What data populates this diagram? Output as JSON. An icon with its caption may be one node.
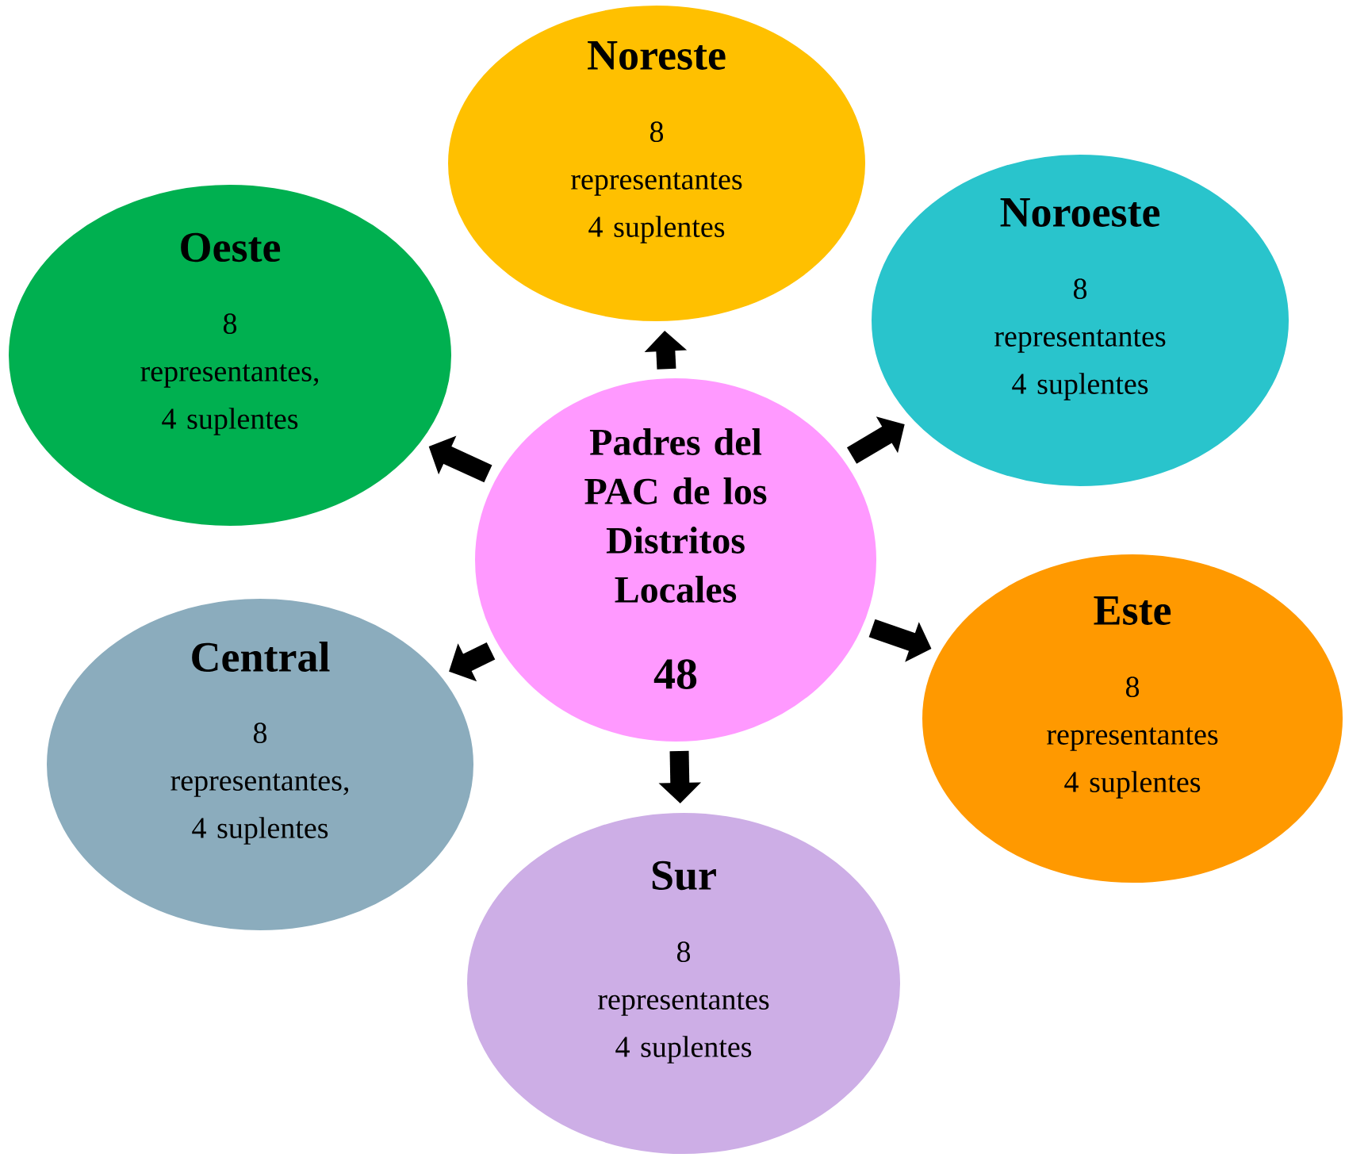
{
  "diagram": {
    "nodes": [
      {
        "text": [
          "Padres del PAC de los Distritos Locales",
          "48"
        ]
      },
      {
        "text": [
          "Noreste",
          "8 representantes 4 suplentes"
        ]
      },
      {
        "text": [
          "Noroeste",
          "8 representantes 4 suplentes"
        ]
      },
      {
        "text": [
          "Este",
          "8 representantes 4 suplentes"
        ]
      },
      {
        "text": [
          "Sur",
          "8 representantes 4 suplentes"
        ]
      },
      {
        "text": [
          "Central",
          "8 representantes, 4 suplentes"
        ]
      },
      {
        "text": [
          "Oeste",
          "8 representantes, 4 suplentes"
        ]
      }
    ],
    "edges": [
      {
        "from": 0,
        "to": 1,
        "arrow": "to"
      },
      {
        "from": 0,
        "to": 2,
        "arrow": "to"
      },
      {
        "from": 0,
        "to": 3,
        "arrow": "to"
      },
      {
        "from": 0,
        "to": 4,
        "arrow": "to"
      },
      {
        "from": 0,
        "to": 5,
        "arrow": "to"
      },
      {
        "from": 0,
        "to": 6,
        "arrow": "to"
      }
    ]
  }
}
